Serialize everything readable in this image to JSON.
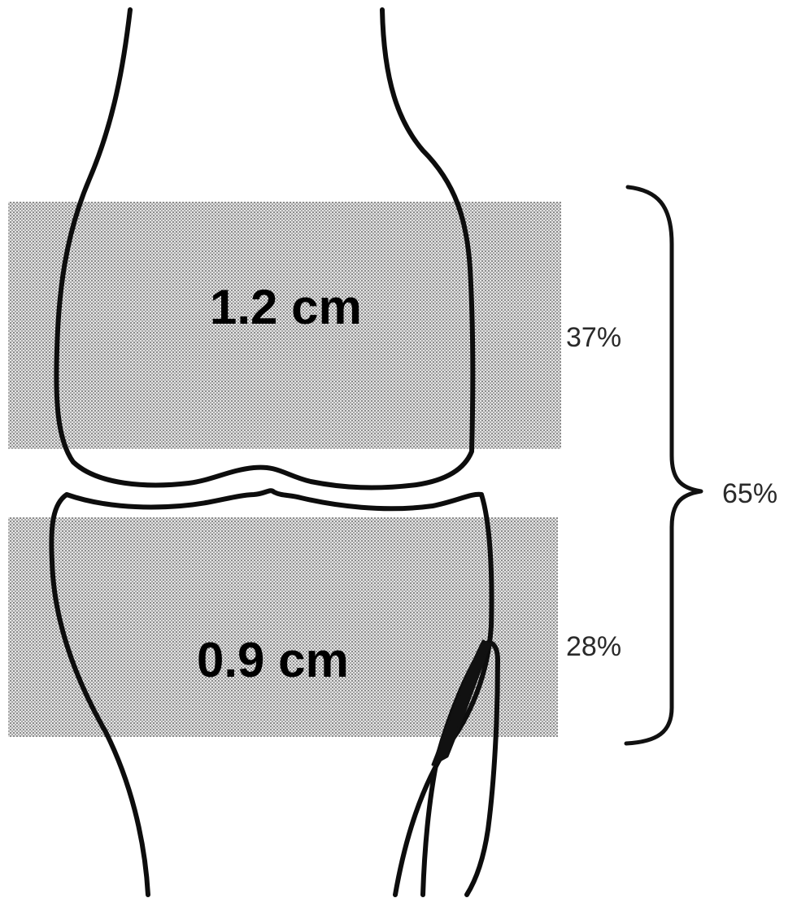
{
  "zones": [
    {
      "id": "upper",
      "label": "1.2 cm",
      "percent": "37%"
    },
    {
      "id": "lower",
      "label": "0.9 cm",
      "percent": "28%"
    }
  ],
  "total_percent": "65%",
  "colors": {
    "bone_outline": "#0d0d0d",
    "shading_dot": "#8c8c8c",
    "shading_base": "#e4e4e4",
    "text": "#000000",
    "percent_text": "#2a2a2a"
  }
}
